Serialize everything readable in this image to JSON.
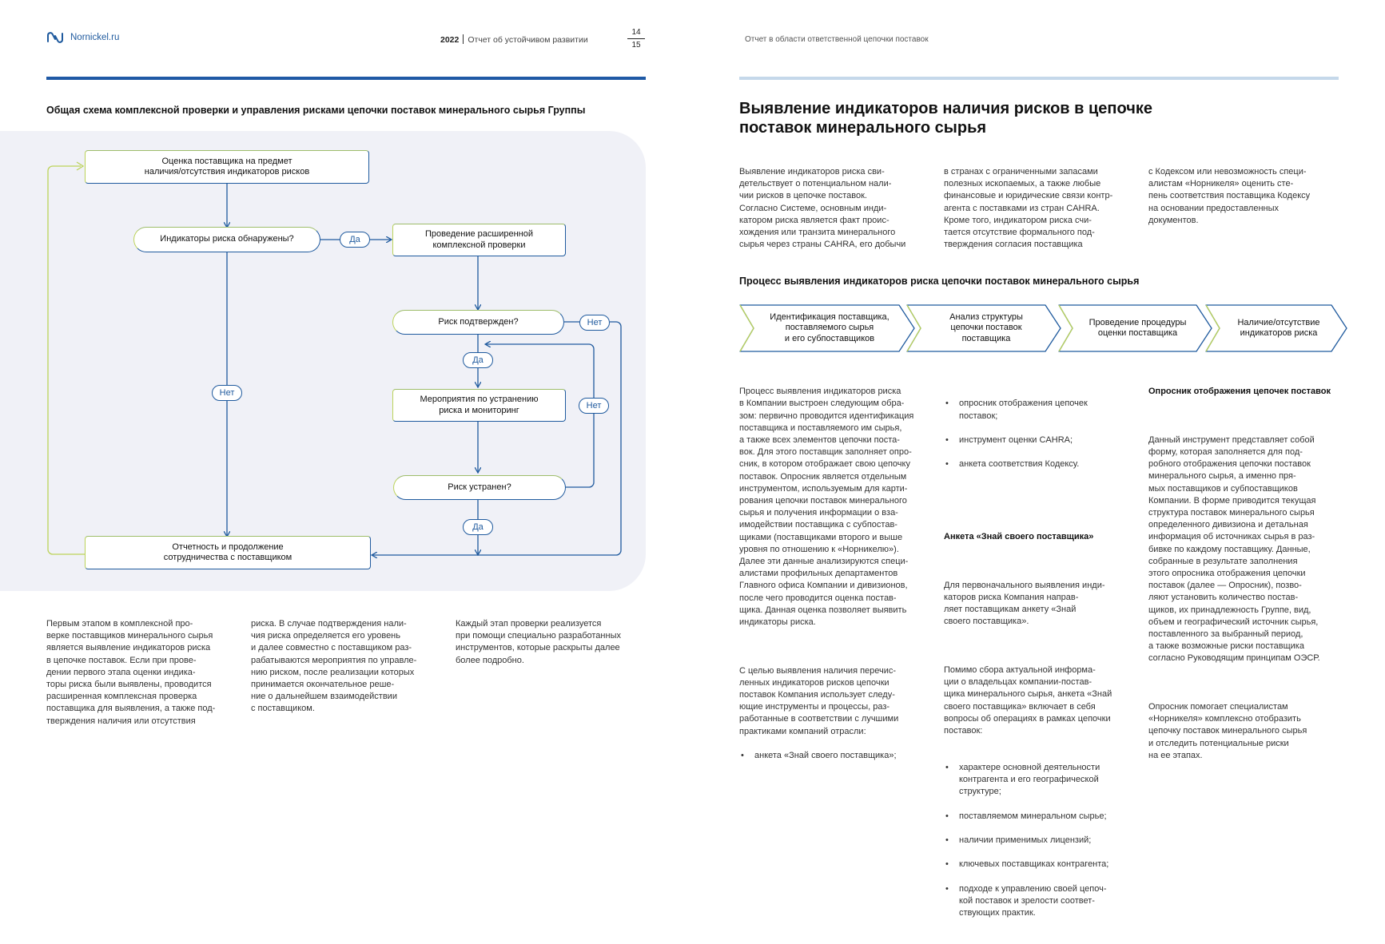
{
  "header": {
    "logo_text": "Nornickel.ru",
    "year": "2022",
    "report_title": "Отчет об устойчивом развитии",
    "page_left": "14",
    "page_right": "15",
    "section_title": "Отчет в области ответственной цепочки поставок"
  },
  "left": {
    "diagram_title": "Общая схема комплексной проверки и управления рисками цепочки поставок минерального сырья Группы",
    "flow": {
      "assess": "Оценка поставщика на предмет\nналичия/отсутствия индикаторов рисков",
      "indicators_found": "Индикаторы риска обнаружены?",
      "extended_check": "Проведение расширенной\nкомплексной проверки",
      "risk_confirmed": "Риск подтвержден?",
      "mitigation": "Мероприятия по устранению\nриска и мониторинг",
      "risk_resolved": "Риск устранен?",
      "reporting": "Отчетность и продолжение\nсотрудничества с поставщиком",
      "yes": "Да",
      "no": "Нет"
    },
    "col1": "Первым этапом в комплексной про-\nверке поставщиков минерального сырья\nявляется выявление индикаторов риска\nв цепочке поставок. Если при прове-\nдении первого этапа оценки индика-\nторы риска были выявлены, проводится\nрасширенная комплексная проверка\nпоставщика для выявления, а также под-\nтверждения наличия или отсутствия",
    "col2": "риска. В случае подтверждения нали-\nчия риска определяется его уровень\nи далее совместно с поставщиком раз-\nрабатываются мероприятия по управле-\nнию риском, после реализации которых\nпринимается окончательное реше-\nние о дальнейшем взаимодействии\nс поставщиком.",
    "col3": "Каждый этап проверки реализуется\nпри помощи специально разработанных\nинструментов, которые раскрыты далее\nболее подробно."
  },
  "right": {
    "title": "Выявление индикаторов наличия рисков в цепочке\nпоставок минерального сырья",
    "intro1": "Выявление индикаторов риска сви-\nдетельствует о потенциальном нали-\nчии рисков в цепочке поставок.\nСогласно Системе, основным инди-\nкатором риска является факт проис-\nхождения или транзита минерального\nсырья через страны CAHRA, его добычи",
    "intro2": "в странах с ограниченными запасами\nполезных ископаемых, а также любые\nфинансовые и юридические связи контр-\nагента с поставками из стран CAHRA.\nКроме того, индикатором риска счи-\nтается отсутствие формального под-\nтверждения согласия поставщика",
    "intro3": "с Кодексом или невозможность специ-\nалистам «Норникеля» оценить сте-\nпень соответствия поставщика Кодексу\nна основании предоставленных\nдокументов.",
    "process_title": "Процесс выявления индикаторов риска цепочки поставок минерального сырья",
    "steps": [
      "Идентификация поставщика,\nпоставляемого сырья\nи его субпоставщиков",
      "Анализ структуры\nцепочки поставок\nпоставщика",
      "Проведение процедуры\nоценки поставщика",
      "Наличие/отсутствие\nиндикаторов риска"
    ],
    "col1_p1": "Процесс выявления индикаторов риска\nв Компании выстроен следующим обра-\nзом: первично проводится идентификация\nпоставщика и поставляемого им сырья,\nа также всех элементов цепочки поста-\nвок. Для этого поставщик заполняет опро-\nсник, в котором отображает свою цепочку\nпоставок. Опросник является отдельным\nинструментом, используемым для карти-\nрования цепочки поставок минерального\nсырья и получения информации о вза-\nимодействии поставщика с субпостав-\nщиками (поставщиками второго и выше\nуровня по отношению к «Норникелю»).\nДалее эти данные анализируются специ-\nалистами профильных департаментов\nГлавного офиса Компании и дивизионов,\nпосле чего проводится оценка постав-\nщика. Данная оценка позволяет выявить\nиндикаторы риска.",
    "col1_p2": "С целью выявления наличия перечис-\nленных индикаторов рисков цепочки\nпоставок Компания использует следу-\nющие инструменты и процессы, раз-\nработанные в соответствии с лучшими\nпрактиками компаний отрасли:",
    "col1_bullet": "анкета «Знай своего поставщика»;",
    "col2_bullets_top": [
      "опросник отображения цепочек\nпоставок;",
      "инструмент оценки CAHRA;",
      "анкета соответствия Кодексу."
    ],
    "col2_heading": "Анкета «Знай своего поставщика»",
    "col2_p1": "Для первоначального выявления инди-\nкаторов риска Компания направ-\nляет поставщикам анкету «Знай\nсвоего поставщика».",
    "col2_p2": "Помимо сбора актуальной информа-\nции о владельцах компании-постав-\nщика минерального сырья, анкета «Знай\nсвоего поставщика» включает в себя\nвопросы об операциях в рамках цепочки\nпоставок:",
    "col2_bullets_bottom": [
      "характере основной деятельности\nконтрагента и его географической\nструктуре;",
      "поставляемом минеральном сырье;",
      "наличии применимых лицензий;",
      "ключевых поставщиках контрагента;",
      "подходе к управлению своей цепоч-\nкой поставок и зрелости соответ-\nствующих практик."
    ],
    "col3_heading": "Опросник отображения цепочек поставок",
    "col3_p1": "Данный инструмент представляет собой\nформу, которая заполняется для под-\nробного отображения цепочки поставок\nминерального сырья, а именно пря-\nмых поставщиков и субпоставщиков\nКомпании. В форме приводится текущая\nструктура поставок минерального сырья\nопределенного дивизиона и детальная\nинформация об источниках сырья в раз-\nбивке по каждому поставщику. Данные,\nсобранные в результате заполнения\nэтого опросника отображения цепочки\nпоставок (далее — Опросник), позво-\nляют установить количество постав-\nщиков, их принадлежность Группе, вид,\nобъем и географический источник сырья,\nпоставленного за выбранный период,\nа также возможные риски поставщика\nсогласно Руководящим принципам ОЭСР.",
    "col3_p2": "Опросник помогает специалистам\n«Норникеля» комплексно отобразить\nцепочку поставок минерального сырья\nи отследить потенциальные риски\nна ее этапах."
  },
  "colors": {
    "brand_blue": "#1f5a9e",
    "accent_green": "#bcd35a",
    "panel_bg": "#f0f1f7",
    "rule_light": "#c5d8ea"
  },
  "icons": {
    "logo": "nornickel-logo-icon"
  }
}
